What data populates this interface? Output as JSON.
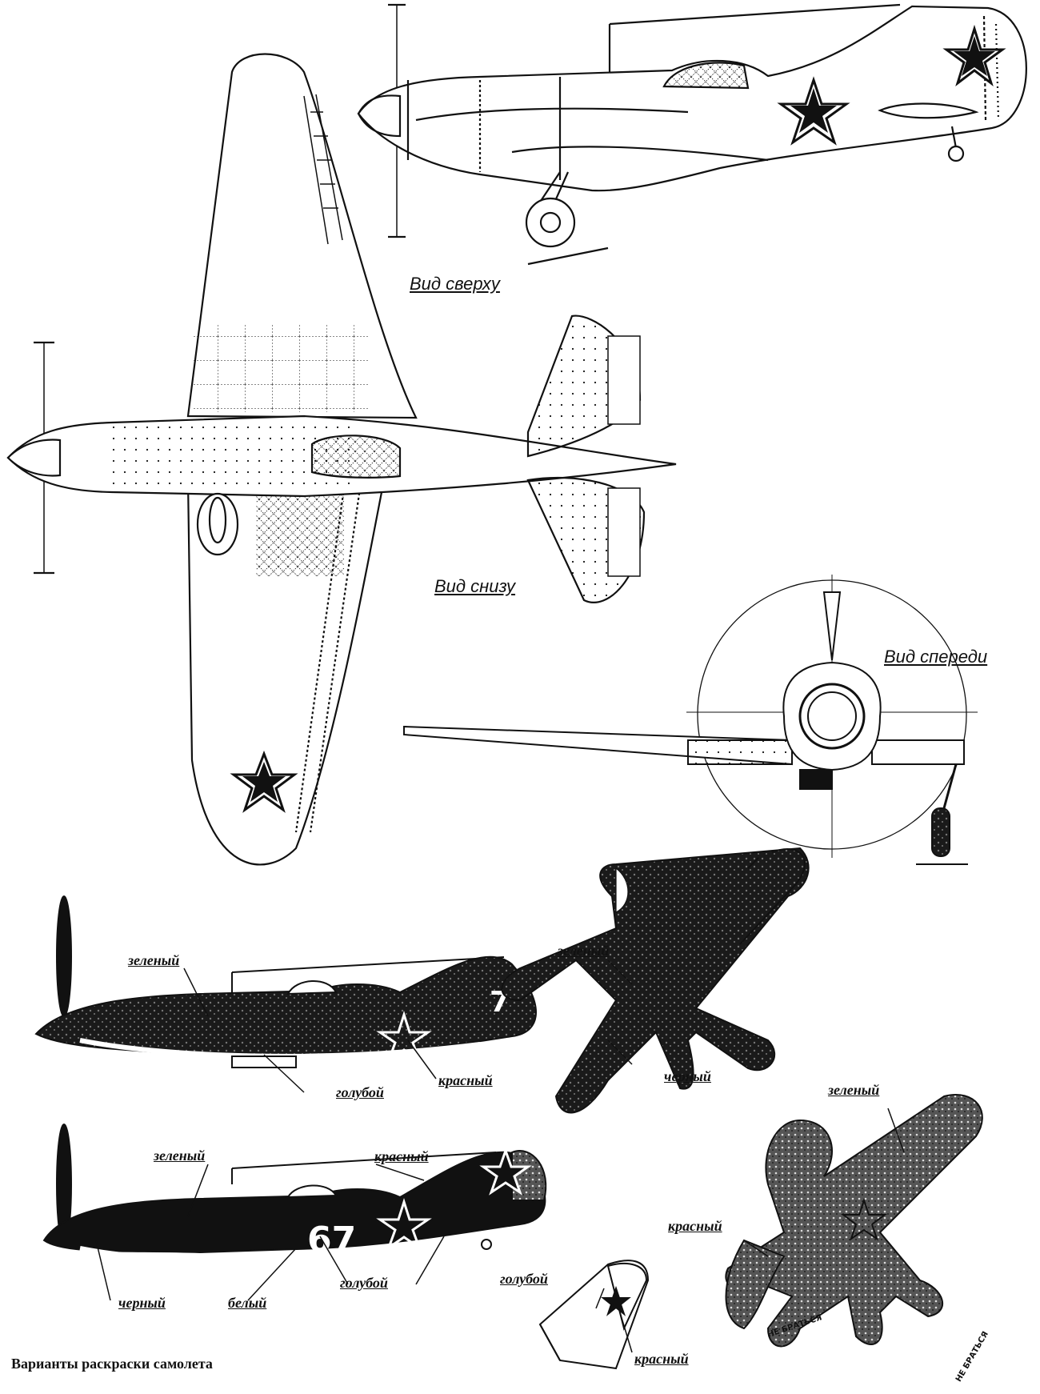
{
  "views": {
    "top_label": "Вид сверху",
    "bottom_label": "Вид снизу",
    "front_label": "Вид спереди"
  },
  "schemes": {
    "scheme1": {
      "green": "зеленый",
      "blue": "голубой",
      "red": "красный",
      "tail_number": "7"
    },
    "scheme2": {
      "green": "зеленый",
      "red": "красный",
      "black": "черный",
      "white": "белый",
      "blue": "голубой",
      "tail_number": "67"
    },
    "plan1": {
      "green": "зеленый",
      "black": "черный"
    },
    "plan2": {
      "green": "зеленый",
      "red": "красный",
      "stencil_left": "НЕ БРАТЬСЯ",
      "stencil_right": "НЕ БРАТЬСЯ"
    },
    "fin": {
      "blue": "голубой",
      "red": "красный"
    }
  },
  "caption": "Варианты раскраски самолета",
  "colors": {
    "ink": "#111111",
    "paper": "#ffffff"
  }
}
